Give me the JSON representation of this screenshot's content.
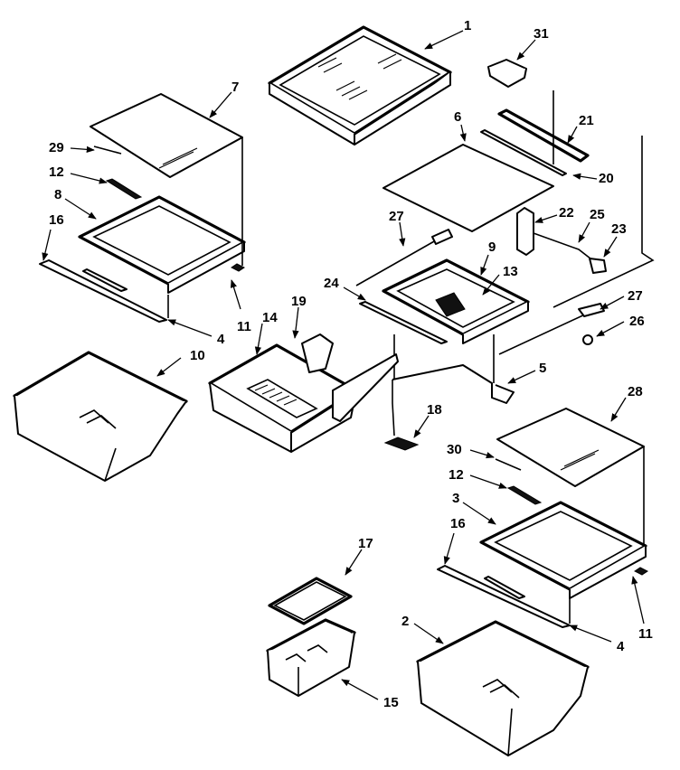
{
  "diagram": {
    "type": "exploded-parts-diagram",
    "colors": {
      "line": "#000000",
      "background": "#ffffff"
    },
    "callouts": [
      {
        "id": "c1",
        "label": "1"
      },
      {
        "id": "c31",
        "label": "31"
      },
      {
        "id": "c7",
        "label": "7"
      },
      {
        "id": "c6",
        "label": "6"
      },
      {
        "id": "c21",
        "label": "21"
      },
      {
        "id": "c29",
        "label": "29"
      },
      {
        "id": "c20",
        "label": "20"
      },
      {
        "id": "c12a",
        "label": "12"
      },
      {
        "id": "c8",
        "label": "8"
      },
      {
        "id": "c27a",
        "label": "27"
      },
      {
        "id": "c22",
        "label": "22"
      },
      {
        "id": "c25",
        "label": "25"
      },
      {
        "id": "c23",
        "label": "23"
      },
      {
        "id": "c16a",
        "label": "16"
      },
      {
        "id": "c9",
        "label": "9"
      },
      {
        "id": "c13",
        "label": "13"
      },
      {
        "id": "c24",
        "label": "24"
      },
      {
        "id": "c19",
        "label": "19"
      },
      {
        "id": "c14",
        "label": "14"
      },
      {
        "id": "c11a",
        "label": "11"
      },
      {
        "id": "c27b",
        "label": "27"
      },
      {
        "id": "c26",
        "label": "26"
      },
      {
        "id": "c4a",
        "label": "4"
      },
      {
        "id": "c10",
        "label": "10"
      },
      {
        "id": "c5",
        "label": "5"
      },
      {
        "id": "c28",
        "label": "28"
      },
      {
        "id": "c18",
        "label": "18"
      },
      {
        "id": "c30",
        "label": "30"
      },
      {
        "id": "c12b",
        "label": "12"
      },
      {
        "id": "c3",
        "label": "3"
      },
      {
        "id": "c16b",
        "label": "16"
      },
      {
        "id": "c17",
        "label": "17"
      },
      {
        "id": "c11b",
        "label": "11"
      },
      {
        "id": "c2",
        "label": "2"
      },
      {
        "id": "c4b",
        "label": "4"
      },
      {
        "id": "c15",
        "label": "15"
      }
    ]
  }
}
